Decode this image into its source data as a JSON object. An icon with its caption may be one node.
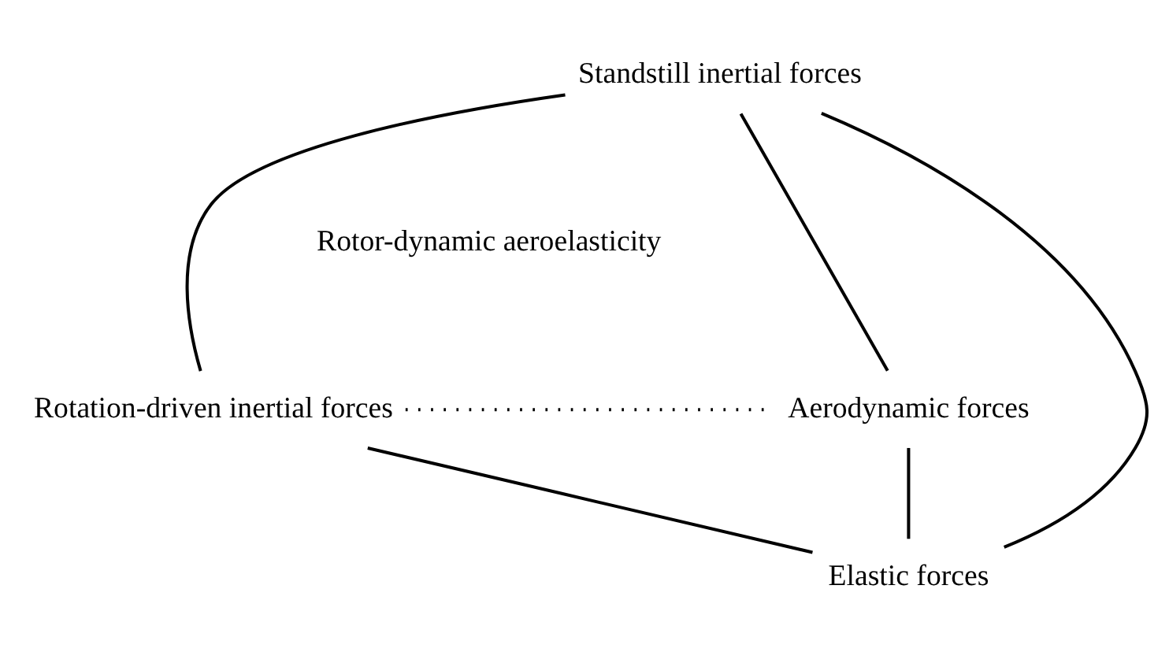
{
  "diagram": {
    "nodes": [
      {
        "text": [
          "Standstill inertial forces"
        ]
      },
      {
        "text": [
          "Rotation-driven inertial forces"
        ]
      },
      {
        "text": [
          "Aerodynamic forces"
        ]
      },
      {
        "text": [
          "Elastic forces"
        ]
      }
    ],
    "edges": [
      {
        "from": 0,
        "to": 1,
        "arrow": "none"
      },
      {
        "from": 0,
        "to": 2,
        "arrow": "none"
      },
      {
        "from": 0,
        "to": 3,
        "arrow": "none"
      },
      {
        "from": 1,
        "to": 2,
        "arrow": "none",
        "style": "dashed"
      },
      {
        "from": 1,
        "to": 3,
        "arrow": "none"
      },
      {
        "from": 2,
        "to": 3,
        "arrow": "none"
      }
    ],
    "labels": [
      "Rotor-dynamic aeroelasticity"
    ]
  }
}
